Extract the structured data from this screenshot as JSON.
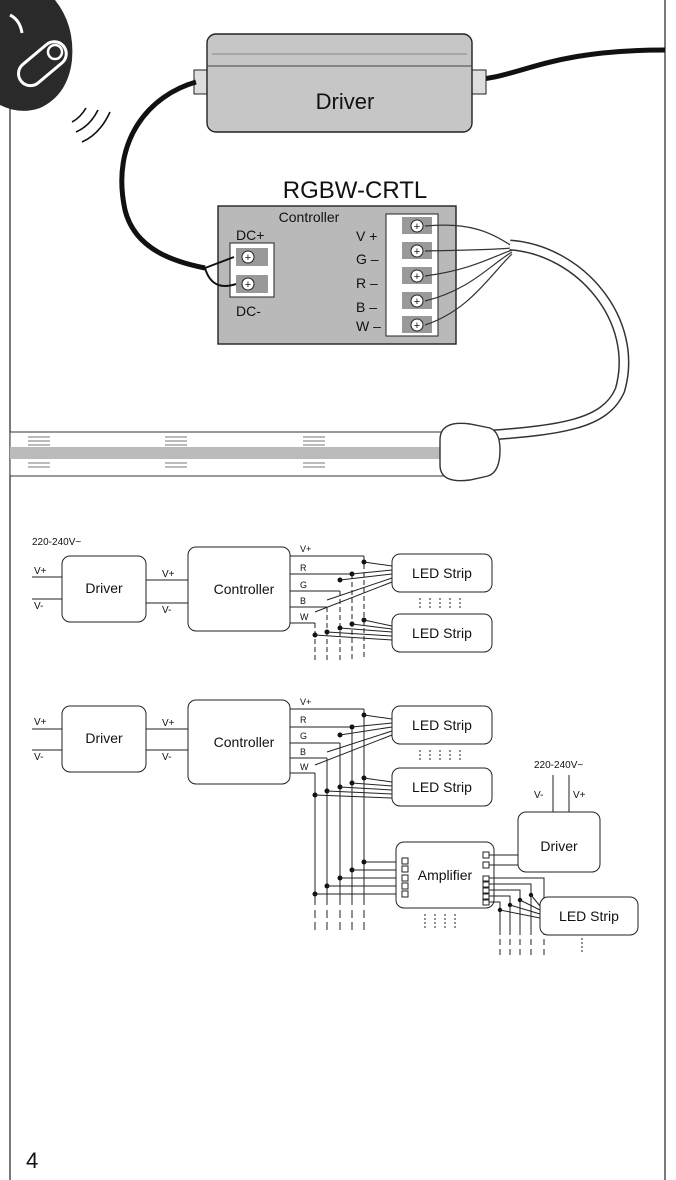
{
  "top": {
    "driver_label": "Driver",
    "model_title": "RGBW-CRTL",
    "controller_label": "Controller",
    "dc_plus": "DC+",
    "dc_minus": "DC-",
    "output_labels": [
      "V +",
      "G –",
      "R –",
      "B –",
      "W –"
    ]
  },
  "diagram1": {
    "supply": "220-240V~",
    "vplus": "V+",
    "vminus": "V-",
    "driver": "Driver",
    "controller": "Controller",
    "channels": [
      "V+",
      "R",
      "G",
      "B",
      "W"
    ],
    "strips": [
      "LED Strip",
      "LED Strip"
    ]
  },
  "diagram2": {
    "vplus": "V+",
    "vminus": "V-",
    "driver": "Driver",
    "controller": "Controller",
    "channels": [
      "V+",
      "R",
      "G",
      "B",
      "W"
    ],
    "strips": [
      "LED Strip",
      "LED Strip"
    ],
    "amplifier": "Amplifier",
    "supply2": "220-240V~",
    "driver2": "Driver",
    "driver2_vminus": "V-",
    "driver2_vplus": "V+",
    "strip3": "LED Strip"
  },
  "page_number": "4",
  "icons": [
    "remote-control-icon",
    "wireless-signal-icon",
    "screw-terminal-icon"
  ]
}
